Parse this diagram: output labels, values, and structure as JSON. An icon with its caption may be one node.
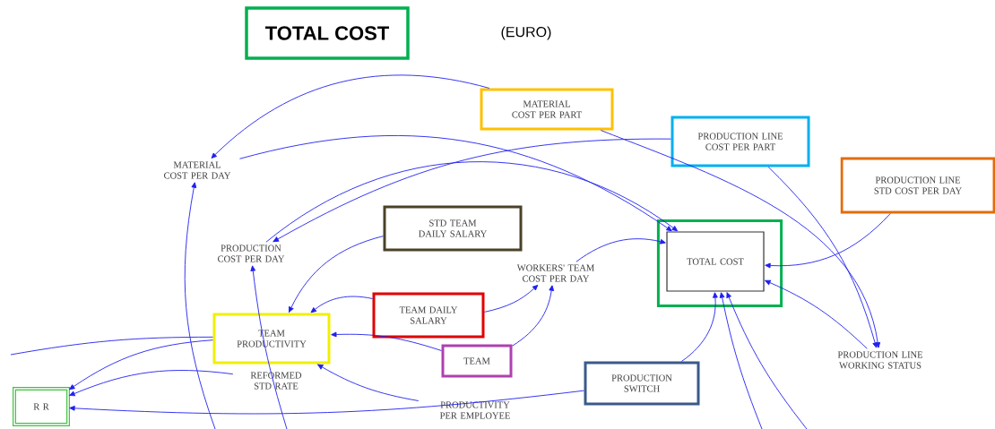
{
  "diagram": {
    "nodes": [
      {
        "text": [
          "TOTAL COST"
        ]
      },
      {
        "text": [
          "MATERIAL COST PER PART"
        ]
      },
      {
        "text": [
          "PRODUCTION LINE COST PER PART"
        ]
      },
      {
        "text": [
          "PRODUCTION LINE STD COST PER DAY"
        ]
      },
      {
        "text": [
          "MATERIAL COST PER DAY"
        ]
      },
      {
        "text": [
          "STD TEAM DAILY SALARY"
        ]
      },
      {
        "text": [
          "PRODUCTION COST PER DAY"
        ]
      },
      {
        "text": [
          "WORKERS' TEAM COST PER DAY"
        ]
      },
      {
        "text": [],
        "shape": "box"
      },
      {
        "text": [
          "TOTAL COST"
        ],
        "in": 8
      },
      {
        "text": [
          "TEAM DAILY SALARY"
        ]
      },
      {
        "text": [
          "TEAM PRODUCTIVITY"
        ]
      },
      {
        "text": [
          "TEAM"
        ]
      },
      {
        "text": [
          "REFORMED STD RATE"
        ]
      },
      {
        "text": [
          "PRODUCTION SWITCH"
        ]
      },
      {
        "text": [
          "PRODUCTION LINE WORKING STATUS"
        ]
      },
      {
        "text": [
          "R R"
        ]
      },
      {
        "text": [
          "PRODUCTIVITY PER EMPLOYEE"
        ]
      }
    ],
    "edges": [
      {
        "from": 1,
        "to": 4,
        "arrow": "to"
      },
      {
        "from": 1,
        "to": 15,
        "arrow": "to"
      },
      {
        "from": 4,
        "to": 9,
        "arrow": "to"
      },
      {
        "from": 2,
        "to": 6,
        "arrow": "to"
      },
      {
        "from": 6,
        "to": 9,
        "arrow": "to"
      },
      {
        "from": 2,
        "to": 15,
        "arrow": "to"
      },
      {
        "from": 3,
        "to": 9,
        "arrow": "to"
      },
      {
        "from": 7,
        "to": 9,
        "arrow": "to"
      },
      {
        "from": 10,
        "to": 7,
        "arrow": "to"
      },
      {
        "from": 12,
        "to": 7,
        "arrow": "to"
      },
      {
        "from": 5,
        "to": 11,
        "arrow": "to"
      },
      {
        "from": 10,
        "to": 11,
        "arrow": "to"
      },
      {
        "from": 15,
        "to": 9,
        "arrow": "to"
      },
      {
        "from": 14,
        "to": 9,
        "arrow": "to"
      },
      {
        "from": 17,
        "to": 11,
        "arrow": "to"
      },
      {
        "from": 12,
        "to": 11,
        "arrow": "to"
      },
      {
        "from": 13,
        "to": 16,
        "arrow": "to"
      },
      {
        "from": 11,
        "to": 16,
        "arrow": "to"
      },
      {
        "from": 14,
        "to": 16,
        "arrow": "to"
      },
      {
        "from": null,
        "to": 9,
        "arrow": "to"
      },
      {
        "from": null,
        "to": 9,
        "arrow": "to"
      },
      {
        "from": null,
        "to": 4,
        "arrow": "to"
      },
      {
        "from": null,
        "to": 6,
        "arrow": "to"
      },
      {
        "from": null,
        "to": 11,
        "arrow": "none"
      }
    ],
    "labels": [
      "(EURO)"
    ]
  }
}
